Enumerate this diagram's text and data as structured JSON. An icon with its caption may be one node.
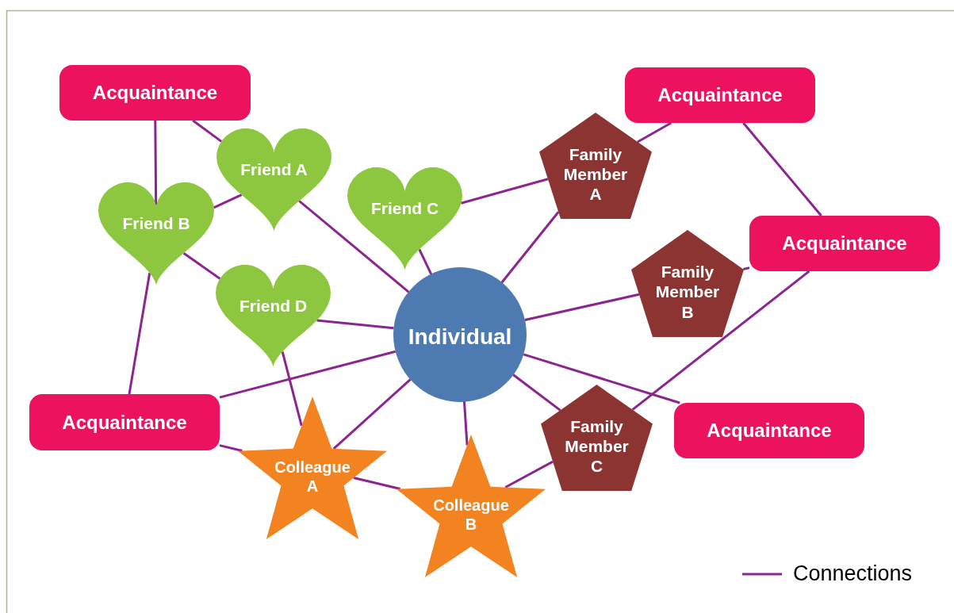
{
  "diagram": {
    "nodes": [
      {
        "text": [
          "Acquaintance"
        ]
      },
      {
        "text": [
          "Acquaintance"
        ]
      },
      {
        "text": [
          "Friend A"
        ]
      },
      {
        "text": [
          "Family Member A"
        ]
      },
      {
        "text": [
          "Friend C"
        ]
      },
      {
        "text": [
          "Friend B"
        ]
      },
      {
        "text": [
          "Acquaintance"
        ]
      },
      {
        "text": [
          "Family Member B"
        ]
      },
      {
        "text": [
          "Friend D"
        ]
      },
      {
        "text": [
          "Individual"
        ]
      },
      {
        "text": [
          "Acquaintance"
        ]
      },
      {
        "text": [
          "Family Member C"
        ]
      },
      {
        "text": [
          "Acquaintance"
        ]
      },
      {
        "text": [
          "Colleague A"
        ]
      },
      {
        "text": [
          "Colleague B"
        ]
      }
    ],
    "edges": [
      {
        "from": 0,
        "to": 2,
        "arrow": "none"
      },
      {
        "from": 0,
        "to": 5,
        "arrow": "none"
      },
      {
        "from": 5,
        "to": 2,
        "arrow": "none"
      },
      {
        "from": 5,
        "to": 8,
        "arrow": "none"
      },
      {
        "from": 5,
        "to": 10,
        "arrow": "none"
      },
      {
        "from": 2,
        "to": 9,
        "arrow": "none"
      },
      {
        "from": 4,
        "to": 9,
        "arrow": "none"
      },
      {
        "from": 4,
        "to": 3,
        "arrow": "none"
      },
      {
        "from": 3,
        "to": 1,
        "arrow": "none"
      },
      {
        "from": 3,
        "to": 9,
        "arrow": "none"
      },
      {
        "from": 1,
        "to": 6,
        "arrow": "none"
      },
      {
        "from": 7,
        "to": 6,
        "arrow": "none"
      },
      {
        "from": 6,
        "to": 11,
        "arrow": "none"
      },
      {
        "from": 9,
        "to": 7,
        "arrow": "none"
      },
      {
        "from": 9,
        "to": 8,
        "arrow": "none"
      },
      {
        "from": 9,
        "to": 10,
        "arrow": "none"
      },
      {
        "from": 9,
        "to": 12,
        "arrow": "none"
      },
      {
        "from": 9,
        "to": 11,
        "arrow": "none"
      },
      {
        "from": 9,
        "to": 13,
        "arrow": "none"
      },
      {
        "from": 9,
        "to": 14,
        "arrow": "none"
      },
      {
        "from": 8,
        "to": 13,
        "arrow": "none"
      },
      {
        "from": 10,
        "to": 13,
        "arrow": "none"
      },
      {
        "from": 13,
        "to": 14,
        "arrow": "none"
      },
      {
        "from": 14,
        "to": 11,
        "arrow": "none"
      }
    ],
    "legend": [
      {
        "text": "Connections"
      }
    ]
  }
}
